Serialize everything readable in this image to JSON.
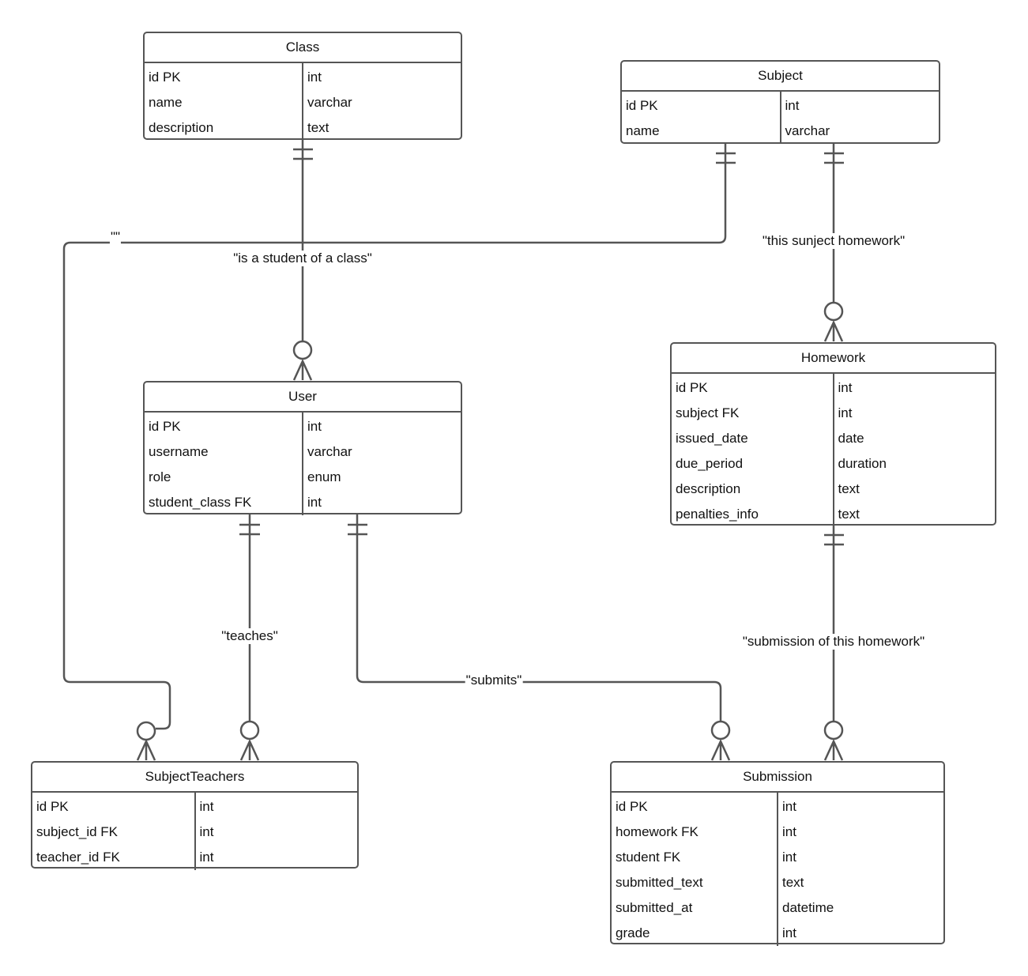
{
  "entities": {
    "class": {
      "title": "Class",
      "rows": [
        {
          "name": "id PK",
          "type": "int"
        },
        {
          "name": "name",
          "type": "varchar"
        },
        {
          "name": "description",
          "type": "text"
        }
      ]
    },
    "subject": {
      "title": "Subject",
      "rows": [
        {
          "name": "id PK",
          "type": "int"
        },
        {
          "name": "name",
          "type": "varchar"
        }
      ]
    },
    "user": {
      "title": "User",
      "rows": [
        {
          "name": "id PK",
          "type": "int"
        },
        {
          "name": "username",
          "type": "varchar"
        },
        {
          "name": "role",
          "type": "enum"
        },
        {
          "name": "student_class FK",
          "type": "int"
        }
      ]
    },
    "homework": {
      "title": "Homework",
      "rows": [
        {
          "name": "id PK",
          "type": "int"
        },
        {
          "name": "subject FK",
          "type": "int"
        },
        {
          "name": "issued_date",
          "type": "date"
        },
        {
          "name": "due_period",
          "type": "duration"
        },
        {
          "name": "description",
          "type": "text"
        },
        {
          "name": "penalties_info",
          "type": "text"
        }
      ]
    },
    "subject_teachers": {
      "title": "SubjectTeachers",
      "rows": [
        {
          "name": "id PK",
          "type": "int"
        },
        {
          "name": "subject_id FK",
          "type": "int"
        },
        {
          "name": "teacher_id FK",
          "type": "int"
        }
      ]
    },
    "submission": {
      "title": "Submission",
      "rows": [
        {
          "name": "id PK",
          "type": "int"
        },
        {
          "name": "homework FK",
          "type": "int"
        },
        {
          "name": "student FK",
          "type": "int"
        },
        {
          "name": "submitted_text",
          "type": "text"
        },
        {
          "name": "submitted_at",
          "type": "datetime"
        },
        {
          "name": "grade",
          "type": "int"
        }
      ]
    }
  },
  "relationships": {
    "class_user": "\"is a student of a class\"",
    "subject_teachers": "\"\"",
    "subject_homework": "\"this sunject homework\"",
    "user_teaches": "\"teaches\"",
    "user_submits": "\"submits\"",
    "homework_submission": "\"submission of this homework\""
  },
  "colors": {
    "line": "#555555",
    "border": "#555555"
  }
}
